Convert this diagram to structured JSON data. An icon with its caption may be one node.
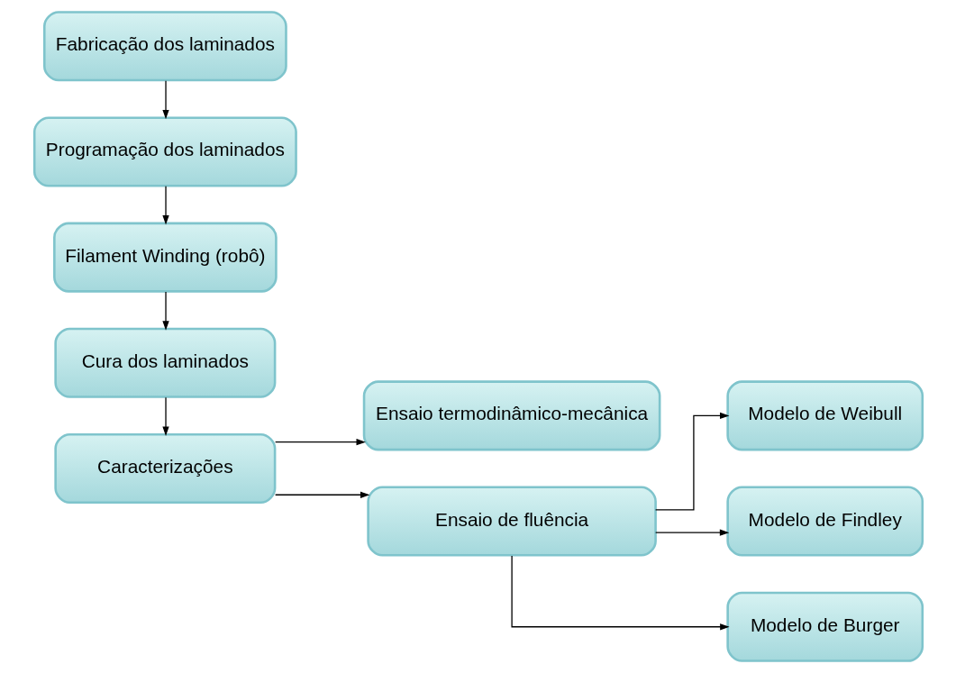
{
  "diagram": {
    "nodes": [
      {
        "text": [
          "Fabricação dos laminados"
        ]
      },
      {
        "text": [
          "Programação dos laminados"
        ]
      },
      {
        "text": [
          "Filament Winding (robô)"
        ]
      },
      {
        "text": [
          "Cura dos laminados"
        ]
      },
      {
        "text": [
          "Caracterizações"
        ]
      },
      {
        "text": [
          "Ensaio termodinâmico-mecânica"
        ]
      },
      {
        "text": [
          "Ensaio de fluência"
        ]
      },
      {
        "text": [
          "Modelo de Weibull"
        ]
      },
      {
        "text": [
          "Modelo de Findley"
        ]
      },
      {
        "text": [
          "Modelo de Burger"
        ]
      }
    ],
    "edges": [
      {
        "from": 0,
        "to": 1,
        "arrow": "to"
      },
      {
        "from": 1,
        "to": 2,
        "arrow": "to"
      },
      {
        "from": 2,
        "to": 3,
        "arrow": "to"
      },
      {
        "from": 3,
        "to": 4,
        "arrow": "to"
      },
      {
        "from": 4,
        "to": 5,
        "arrow": "to"
      },
      {
        "from": 4,
        "to": 6,
        "arrow": "to"
      },
      {
        "from": 6,
        "to": 7,
        "arrow": "to"
      },
      {
        "from": 6,
        "to": 8,
        "arrow": "to"
      },
      {
        "from": 6,
        "to": 9,
        "arrow": "to"
      }
    ]
  }
}
